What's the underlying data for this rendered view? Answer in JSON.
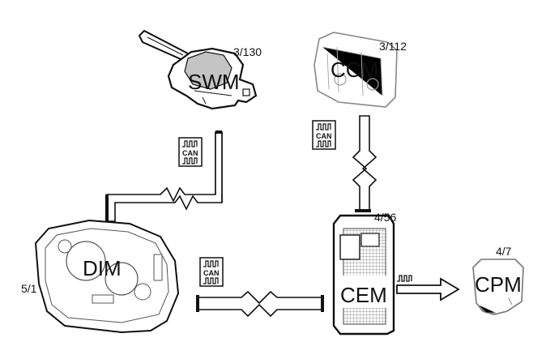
{
  "modules": {
    "swm": {
      "name": "SWM",
      "ref": "3/130"
    },
    "ccm": {
      "name": "CCM",
      "ref": "3/112"
    },
    "cem": {
      "name": "CEM",
      "ref": "4/56"
    },
    "dim": {
      "name": "DIM",
      "ref": "5/1"
    },
    "cpm": {
      "name": "CPM",
      "ref": "4/7"
    }
  },
  "bus_badges": [
    {
      "text": "CAN"
    },
    {
      "text": "CAN"
    },
    {
      "text": "CAN"
    }
  ],
  "colors": {
    "stroke": "#111111",
    "shade": "#bdbdbd",
    "paper": "#ffffff"
  }
}
